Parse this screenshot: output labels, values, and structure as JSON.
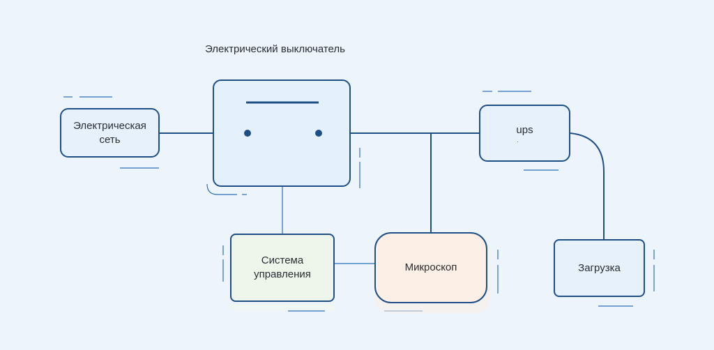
{
  "diagram": {
    "switch_label": "Электрический выключатель",
    "nodes": {
      "grid": {
        "line1": "Электрическая",
        "line2": "сеть"
      },
      "ups": {
        "label": "ups",
        "sub": "."
      },
      "control": {
        "line1": "Система",
        "line2": "управления"
      },
      "microscope": {
        "label": "Микроскоп"
      },
      "load": {
        "label": "Загрузка"
      }
    }
  },
  "colors": {
    "line": "#1d4f86",
    "accent_line": "#2c6fb8",
    "background": "#eef4fb",
    "control_fill": "#eef5ea",
    "microscope_fill": "#fcefe5"
  }
}
